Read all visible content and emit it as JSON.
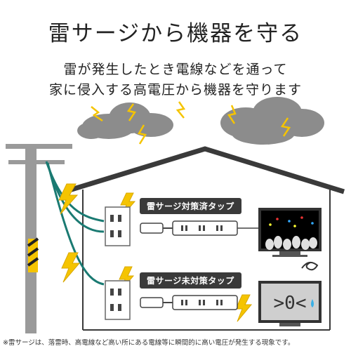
{
  "title": "雷サージから機器を守る",
  "subtitle_line1": "雷が発生したとき電線などを通って",
  "subtitle_line2": "家に侵入する高電圧から機器を守ります",
  "tap_protected_label": "雷サージ対策済タップ",
  "tap_unprotected_label": "雷サージ未対策タップ",
  "broken_tv_face": ">0<",
  "footnote": "※雷サージは、落雷時、高電線など高い所にある電線等に瞬間的に高い電圧が発生する現象です。",
  "colors": {
    "lightning": "#f5c400",
    "cable": "#1a7a72",
    "cloud": "#8c8c8c",
    "house_roof": "#3a3a3a",
    "label_bg": "#3a3a3a"
  }
}
